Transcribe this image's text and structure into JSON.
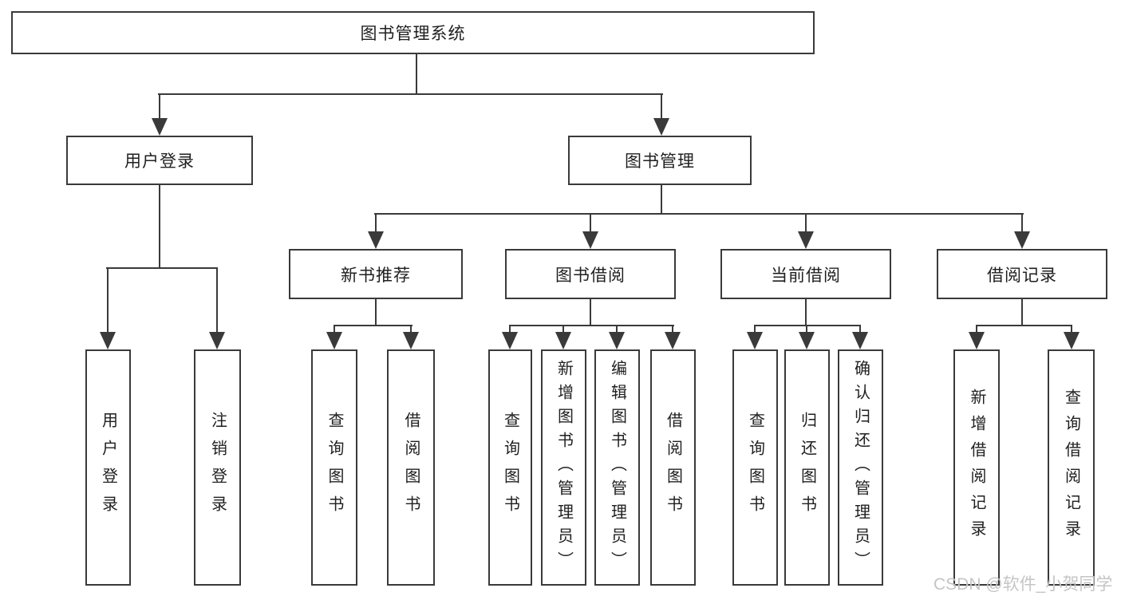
{
  "nodes": {
    "root": "图书管理系统",
    "user_login": "用户登录",
    "book_management": "图书管理",
    "new_book_recommend": "新书推荐",
    "book_borrow": "图书借阅",
    "current_borrow": "当前借阅",
    "borrow_records": "借阅记录",
    "leaf_user_login": "用户登录",
    "leaf_logout": "注销登录",
    "leaf_query_book_1": "查询图书",
    "leaf_borrow_book_1": "借阅图书",
    "leaf_query_book_2": "查询图书",
    "leaf_add_book_admin": "新增图书（管理员）",
    "leaf_edit_book_admin": "编辑图书（管理员）",
    "leaf_borrow_book_2": "借阅图书",
    "leaf_query_book_3": "查询图书",
    "leaf_return_book": "归还图书",
    "leaf_confirm_return_admin": "确认归还（管理员）",
    "leaf_add_borrow_record": "新增借阅记录",
    "leaf_query_borrow_record": "查询借阅记录"
  },
  "watermark": "CSDN @软件_小贺同学",
  "colors": {
    "line": "#3a3a3a",
    "text": "#1f1f1f",
    "watermark": "#c5c5c5",
    "background": "#ffffff"
  }
}
